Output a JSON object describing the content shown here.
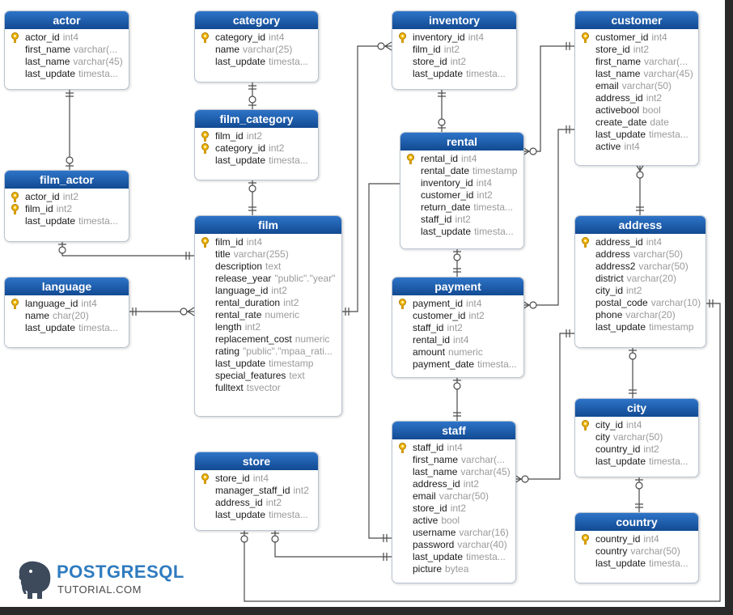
{
  "tables": [
    {
      "id": "actor",
      "name": "actor",
      "columns": [
        {
          "name": "actor_id",
          "type": "int4",
          "key": true
        },
        {
          "name": "first_name",
          "type": "varchar(...",
          "key": false
        },
        {
          "name": "last_name",
          "type": "varchar(45)",
          "key": false
        },
        {
          "name": "last_update",
          "type": "timesta...",
          "key": false
        }
      ]
    },
    {
      "id": "category",
      "name": "category",
      "columns": [
        {
          "name": "category_id",
          "type": "int4",
          "key": true
        },
        {
          "name": "name",
          "type": "varchar(25)",
          "key": false
        },
        {
          "name": "last_update",
          "type": "timesta...",
          "key": false
        }
      ]
    },
    {
      "id": "inventory",
      "name": "inventory",
      "columns": [
        {
          "name": "inventory_id",
          "type": "int4",
          "key": true
        },
        {
          "name": "film_id",
          "type": "int2",
          "key": false
        },
        {
          "name": "store_id",
          "type": "int2",
          "key": false
        },
        {
          "name": "last_update",
          "type": "timesta...",
          "key": false
        }
      ]
    },
    {
      "id": "customer",
      "name": "customer",
      "columns": [
        {
          "name": "customer_id",
          "type": "int4",
          "key": true
        },
        {
          "name": "store_id",
          "type": "int2",
          "key": false
        },
        {
          "name": "first_name",
          "type": "varchar(...",
          "key": false
        },
        {
          "name": "last_name",
          "type": "varchar(45)",
          "key": false
        },
        {
          "name": "email",
          "type": "varchar(50)",
          "key": false
        },
        {
          "name": "address_id",
          "type": "int2",
          "key": false
        },
        {
          "name": "activebool",
          "type": "bool",
          "key": false
        },
        {
          "name": "create_date",
          "type": "date",
          "key": false
        },
        {
          "name": "last_update",
          "type": "timesta...",
          "key": false
        },
        {
          "name": "active",
          "type": "int4",
          "key": false
        }
      ]
    },
    {
      "id": "film_category",
      "name": "film_category",
      "columns": [
        {
          "name": "film_id",
          "type": "int2",
          "key": true
        },
        {
          "name": "category_id",
          "type": "int2",
          "key": true
        },
        {
          "name": "last_update",
          "type": "timesta...",
          "key": false
        }
      ]
    },
    {
      "id": "rental",
      "name": "rental",
      "columns": [
        {
          "name": "rental_id",
          "type": "int4",
          "key": true
        },
        {
          "name": "rental_date",
          "type": "timestamp",
          "key": false
        },
        {
          "name": "inventory_id",
          "type": "int4",
          "key": false
        },
        {
          "name": "customer_id",
          "type": "int2",
          "key": false
        },
        {
          "name": "return_date",
          "type": "timesta...",
          "key": false
        },
        {
          "name": "staff_id",
          "type": "int2",
          "key": false
        },
        {
          "name": "last_update",
          "type": "timesta...",
          "key": false
        }
      ]
    },
    {
      "id": "film_actor",
      "name": "film_actor",
      "columns": [
        {
          "name": "actor_id",
          "type": "int2",
          "key": true
        },
        {
          "name": "film_id",
          "type": "int2",
          "key": true
        },
        {
          "name": "last_update",
          "type": "timesta...",
          "key": false
        }
      ]
    },
    {
      "id": "film",
      "name": "film",
      "columns": [
        {
          "name": "film_id",
          "type": "int4",
          "key": true
        },
        {
          "name": "title",
          "type": "varchar(255)",
          "key": false
        },
        {
          "name": "description",
          "type": "text",
          "key": false
        },
        {
          "name": "release_year",
          "type": "\"public\".\"year\"",
          "key": false
        },
        {
          "name": "language_id",
          "type": "int2",
          "key": false
        },
        {
          "name": "rental_duration",
          "type": "int2",
          "key": false
        },
        {
          "name": "rental_rate",
          "type": "numeric",
          "key": false
        },
        {
          "name": "length",
          "type": "int2",
          "key": false
        },
        {
          "name": "replacement_cost",
          "type": "numeric",
          "key": false
        },
        {
          "name": "rating",
          "type": "\"public\".\"mpaa_rati...",
          "key": false
        },
        {
          "name": "last_update",
          "type": "timestamp",
          "key": false
        },
        {
          "name": "special_features",
          "type": "text",
          "key": false
        },
        {
          "name": "fulltext",
          "type": "tsvector",
          "key": false
        }
      ]
    },
    {
      "id": "address",
      "name": "address",
      "columns": [
        {
          "name": "address_id",
          "type": "int4",
          "key": true
        },
        {
          "name": "address",
          "type": "varchar(50)",
          "key": false
        },
        {
          "name": "address2",
          "type": "varchar(50)",
          "key": false
        },
        {
          "name": "district",
          "type": "varchar(20)",
          "key": false
        },
        {
          "name": "city_id",
          "type": "int2",
          "key": false
        },
        {
          "name": "postal_code",
          "type": "varchar(10)",
          "key": false
        },
        {
          "name": "phone",
          "type": "varchar(20)",
          "key": false
        },
        {
          "name": "last_update",
          "type": "timestamp",
          "key": false
        }
      ]
    },
    {
      "id": "language",
      "name": "language",
      "columns": [
        {
          "name": "language_id",
          "type": "int4",
          "key": true
        },
        {
          "name": "name",
          "type": "char(20)",
          "key": false
        },
        {
          "name": "last_update",
          "type": "timesta...",
          "key": false
        }
      ]
    },
    {
      "id": "payment",
      "name": "payment",
      "columns": [
        {
          "name": "payment_id",
          "type": "int4",
          "key": true
        },
        {
          "name": "customer_id",
          "type": "int2",
          "key": false
        },
        {
          "name": "staff_id",
          "type": "int2",
          "key": false
        },
        {
          "name": "rental_id",
          "type": "int4",
          "key": false
        },
        {
          "name": "amount",
          "type": "numeric",
          "key": false
        },
        {
          "name": "payment_date",
          "type": "timesta...",
          "key": false
        }
      ]
    },
    {
      "id": "city",
      "name": "city",
      "columns": [
        {
          "name": "city_id",
          "type": "int4",
          "key": true
        },
        {
          "name": "city",
          "type": "varchar(50)",
          "key": false
        },
        {
          "name": "country_id",
          "type": "int2",
          "key": false
        },
        {
          "name": "last_update",
          "type": "timesta...",
          "key": false
        }
      ]
    },
    {
      "id": "staff",
      "name": "staff",
      "columns": [
        {
          "name": "staff_id",
          "type": "int4",
          "key": true
        },
        {
          "name": "first_name",
          "type": "varchar(...",
          "key": false
        },
        {
          "name": "last_name",
          "type": "varchar(45)",
          "key": false
        },
        {
          "name": "address_id",
          "type": "int2",
          "key": false
        },
        {
          "name": "email",
          "type": "varchar(50)",
          "key": false
        },
        {
          "name": "store_id",
          "type": "int2",
          "key": false
        },
        {
          "name": "active",
          "type": "bool",
          "key": false
        },
        {
          "name": "username",
          "type": "varchar(16)",
          "key": false
        },
        {
          "name": "password",
          "type": "varchar(40)",
          "key": false
        },
        {
          "name": "last_update",
          "type": "timesta...",
          "key": false
        },
        {
          "name": "picture",
          "type": "bytea",
          "key": false
        }
      ]
    },
    {
      "id": "store",
      "name": "store",
      "columns": [
        {
          "name": "store_id",
          "type": "int4",
          "key": true
        },
        {
          "name": "manager_staff_id",
          "type": "int2",
          "key": false
        },
        {
          "name": "address_id",
          "type": "int2",
          "key": false
        },
        {
          "name": "last_update",
          "type": "timesta...",
          "key": false
        }
      ]
    },
    {
      "id": "country",
      "name": "country",
      "columns": [
        {
          "name": "country_id",
          "type": "int4",
          "key": true
        },
        {
          "name": "country",
          "type": "varchar(50)",
          "key": false
        },
        {
          "name": "last_update",
          "type": "timesta...",
          "key": false
        }
      ]
    }
  ],
  "logo": {
    "main": "POSTGRESQL",
    "sub": "TUTORIAL.COM"
  },
  "colors": {
    "header": "#1f5fae",
    "connector": "#4a4a4a",
    "logo": "#2f7bbf"
  }
}
